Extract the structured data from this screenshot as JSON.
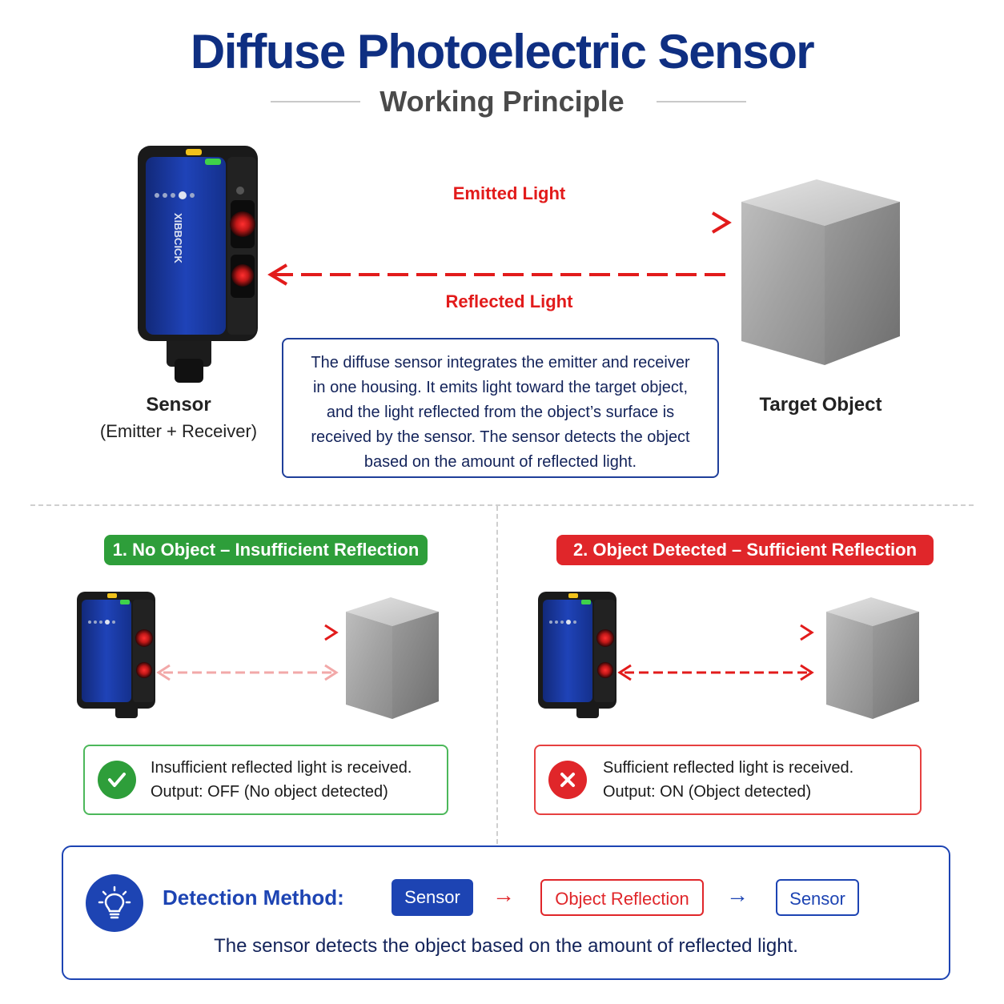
{
  "header": {
    "title": "Diffuse Photoelectric Sensor",
    "subtitle": "Working Principle"
  },
  "main_diagram": {
    "emitted_label": "Emitted Light",
    "reflected_label": "Reflected Light",
    "sensor_caption": "Sensor",
    "sensor_subcaption": "(Emitter + Receiver)",
    "target_caption": "Target Object",
    "sensor_brand": "XIBBCICK",
    "description_lines": [
      "The diffuse sensor integrates the emitter and receiver",
      "in one housing. It emits light toward the target object,",
      "and the light reflected from the object’s surface is",
      "received by the sensor. The sensor detects the object",
      "based on the amount of reflected light."
    ]
  },
  "cases": [
    {
      "label": "1. No Object – Insufficient Reflection",
      "color": "#2e9e3a",
      "status_lines": [
        "Insufficient reflected light is received.",
        "Output: OFF (No object detected)"
      ],
      "icon": "check-icon"
    },
    {
      "label": "2. Object Detected – Sufficient Reflection",
      "color": "#e0262a",
      "status_lines": [
        "Sufficient reflected light is received.",
        "Output: ON (Object detected)"
      ],
      "icon": "cross-icon"
    }
  ],
  "detection": {
    "label": "Detection Method:",
    "icon": "lightbulb-icon",
    "steps": [
      "Sensor",
      "Object Reflection",
      "Sensor"
    ],
    "footer": "The sensor detects the object based on the amount of reflected light."
  },
  "colors": {
    "brand_blue": "#0f2f82",
    "beam_red": "#e21b1b",
    "ok_green": "#2e9e3a",
    "alert_red": "#e0262a"
  }
}
